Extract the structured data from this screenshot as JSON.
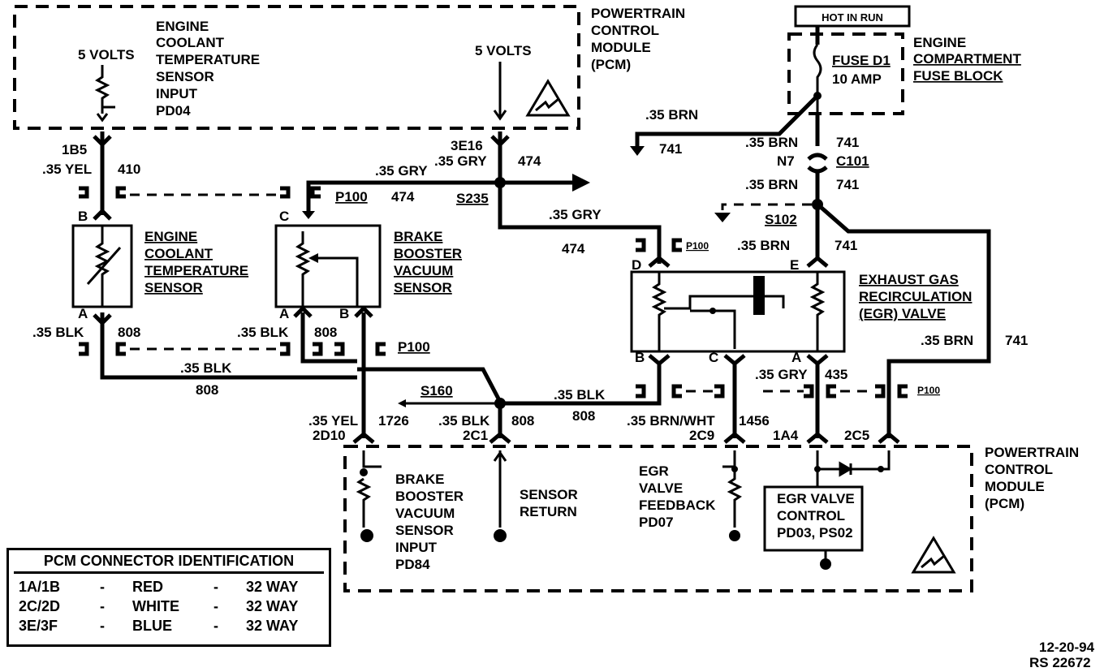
{
  "pcm_top": {
    "l1": "POWERTRAIN",
    "l2": "CONTROL",
    "l3": "MODULE",
    "l4": "(PCM)"
  },
  "pcm_bottom": {
    "l1": "POWERTRAIN",
    "l2": "CONTROL",
    "l3": "MODULE",
    "l4": "(PCM)"
  },
  "ect_input": {
    "l1": "ENGINE",
    "l2": "COOLANT",
    "l3": "TEMPERATURE",
    "l4": "SENSOR",
    "l5": "INPUT",
    "l6": "PD04"
  },
  "five_volts": "5 VOLTS",
  "five_volts_b": "5 VOLTS",
  "hot_in_run": "HOT IN RUN",
  "fuse_block": {
    "l1": "ENGINE",
    "l2": "COMPARTMENT",
    "l3": "FUSE BLOCK"
  },
  "fuse": {
    "name": "FUSE D1",
    "rating": "10 AMP"
  },
  "ect_sensor": {
    "l1": "ENGINE",
    "l2": "COOLANT",
    "l3": "TEMPERATURE",
    "l4": "SENSOR"
  },
  "bbv_sensor": {
    "l1": "BRAKE",
    "l2": "BOOSTER",
    "l3": "VACUUM",
    "l4": "SENSOR"
  },
  "egr_valve": {
    "l1": "EXHAUST GAS",
    "l2": "RECIRCULATION",
    "l3": "(EGR) VALVE"
  },
  "bbv_input": {
    "l1": "BRAKE",
    "l2": "BOOSTER",
    "l3": "VACUUM",
    "l4": "SENSOR",
    "l5": "INPUT",
    "l6": "PD84"
  },
  "sensor_return": {
    "l1": "SENSOR",
    "l2": "RETURN"
  },
  "egr_feedback": {
    "l1": "EGR",
    "l2": "VALVE",
    "l3": "FEEDBACK",
    "l4": "PD07"
  },
  "egr_control": {
    "l1": "EGR VALVE",
    "l2": "CONTROL",
    "l3": "PD03, PS02"
  },
  "wires": {
    "w_1b5": "1B5",
    "w_35yel": ".35 YEL",
    "w_410": "410",
    "w_3e16": "3E16",
    "w_35gry_a": ".35 GRY",
    "w_474_a": "474",
    "w_35gry_b": ".35 GRY",
    "w_474_b": "474",
    "w_s235": "S235",
    "w_35gry_c": ".35 GRY",
    "w_474_c": "474",
    "w_35brn_a": ".35 BRN",
    "w_741_a": "741",
    "w_35brn_b": ".35 BRN",
    "w_n7": "N7",
    "w_741_b": "741",
    "w_c101": "C101",
    "w_35brn_c": ".35 BRN",
    "w_741_c": "741",
    "w_s102": "S102",
    "w_35brn_d": ".35 BRN",
    "w_741_d": "741",
    "w_35brn_e": ".35 BRN",
    "w_741_e": "741",
    "w_35blk_a": ".35 BLK",
    "w_808_a": "808",
    "w_35blk_b": ".35 BLK",
    "w_808_b": "808",
    "w_35blk_c": ".35 BLK",
    "w_808_c": "808",
    "w_s160": "S160",
    "w_35blk_d": ".35 BLK",
    "w_808_d": "808",
    "w_35yel_b": ".35 YEL",
    "w_2d10": "2D10",
    "w_1726": "1726",
    "w_35blk_e": ".35 BLK",
    "w_808_e": "808",
    "w_2c1": "2C1",
    "w_35brnwht": ".35 BRN/WHT",
    "w_1456": "1456",
    "w_2c9": "2C9",
    "w_35gry_d": ".35 GRY",
    "w_435": "435",
    "w_1a4": "1A4",
    "w_2c5": "2C5"
  },
  "pins": {
    "b1": "B",
    "a1": "A",
    "c2": "C",
    "a2": "A",
    "b2": "B",
    "d3": "D",
    "e3": "E",
    "b3": "B",
    "c3": "C",
    "a3": "A"
  },
  "connectors": {
    "p100_a": "P100",
    "p100_b": "P100",
    "p100_c": "P100",
    "p100_d": "P100"
  },
  "ident": {
    "title": "PCM CONNECTOR IDENTIFICATION",
    "rows": [
      {
        "id": "1A/1B",
        "dash": "-",
        "color": "RED",
        "dash2": "-",
        "ways": "32 WAY"
      },
      {
        "id": "2C/2D",
        "dash": "-",
        "color": "WHITE",
        "dash2": "-",
        "ways": "32 WAY"
      },
      {
        "id": "3E/3F",
        "dash": "-",
        "color": "BLUE",
        "dash2": "-",
        "ways": "32 WAY"
      }
    ]
  },
  "footer": {
    "date": "12-20-94",
    "ref": "RS 22672"
  }
}
